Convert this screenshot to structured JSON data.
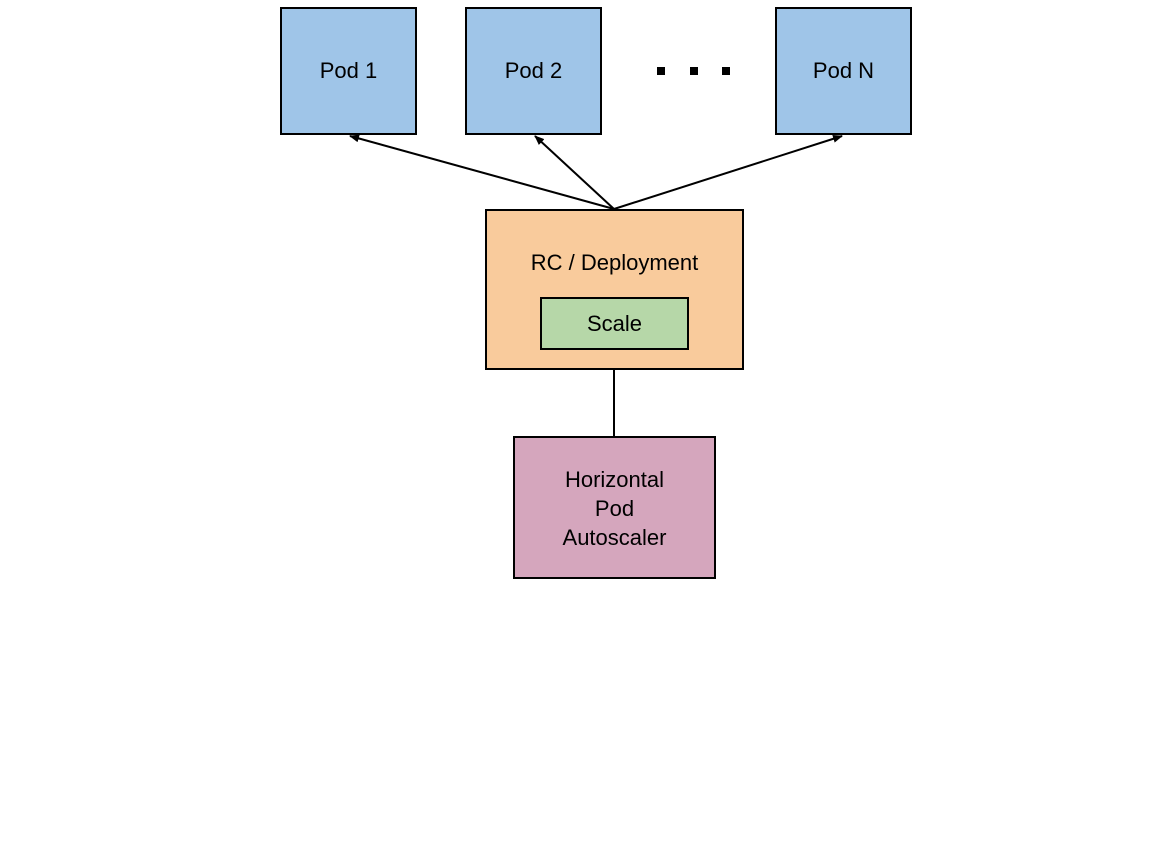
{
  "colors": {
    "pod_fill": "#9fc5e8",
    "rc_fill": "#f9cb9c",
    "scale_fill": "#b6d7a8",
    "hpa_fill": "#d5a6bd",
    "stroke": "#000000"
  },
  "pods": [
    {
      "label": "Pod 1"
    },
    {
      "label": "Pod 2"
    },
    {
      "label": "Pod N"
    }
  ],
  "rc": {
    "label": "RC / Deployment"
  },
  "scale": {
    "label": "Scale"
  },
  "hpa": {
    "lines": [
      "Horizontal",
      "Pod",
      "Autoscaler"
    ]
  }
}
